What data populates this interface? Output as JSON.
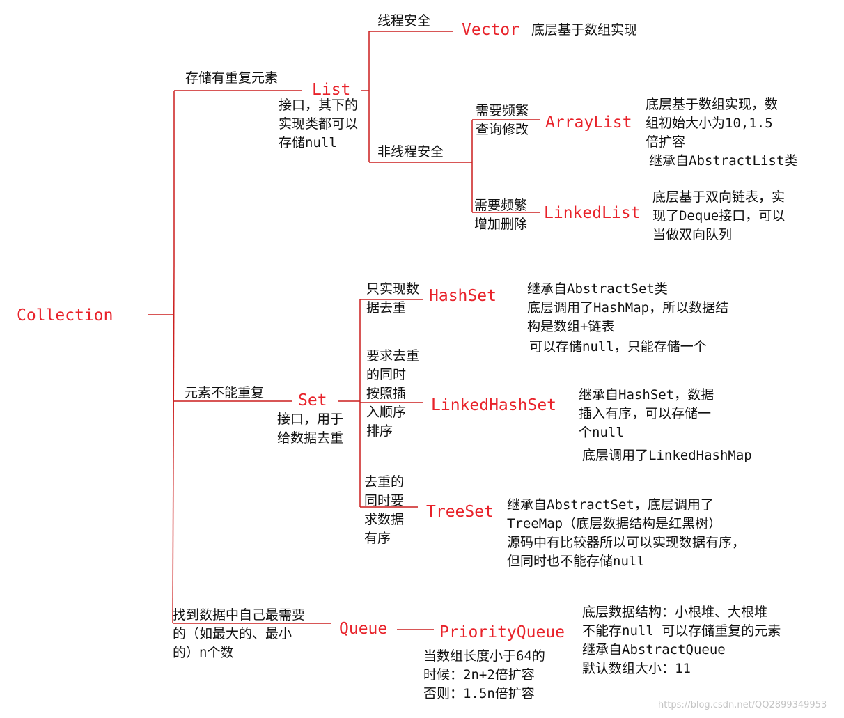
{
  "root": "Collection",
  "list": {
    "edge": "存储有重复元素",
    "name": "List",
    "note": "接口，其下的\n实现类都可以\n存储null",
    "thread_safe": "线程安全",
    "vector": {
      "name": "Vector",
      "desc": "底层基于数组实现"
    },
    "non_thread_safe": "非线程安全",
    "arraylist": {
      "condition": "需要频繁\n查询修改",
      "name": "ArrayList",
      "desc": "底层基于数组实现，数\n组初始大小为10,1.5\n倍扩容",
      "desc2": "继承自AbstractList类"
    },
    "linkedlist": {
      "condition": "需要频繁\n增加删除",
      "name": "LinkedList",
      "desc": "底层基于双向链表，实\n现了Deque接口，可以\n当做双向队列"
    }
  },
  "set": {
    "edge": "元素不能重复",
    "name": "Set",
    "note": "接口，用于\n给数据去重",
    "hashset": {
      "condition": "只实现数\n据去重",
      "name": "HashSet",
      "desc": "继承自AbstractSet类\n底层调用了HashMap，所以数据结\n构是数组+链表",
      "desc2": "可以存储null，只能存储一个"
    },
    "linkedhashset": {
      "condition": "要求去重\n的同时\n按照插\n入顺序\n排序",
      "name": "LinkedHashSet",
      "desc": "继承自HashSet，数据\n插入有序，可以存储一\n个null",
      "desc2": "底层调用了LinkedHashMap"
    },
    "treeset": {
      "condition": "去重的\n同时要\n求数据\n有序",
      "name": "TreeSet",
      "desc": "继承自AbstractSet，底层调用了\nTreeMap（底层数据结构是红黑树）\n源码中有比较器所以可以实现数据有序，\n但同时也不能存储null"
    }
  },
  "queue": {
    "edge": "找到数据中自己最需要\n的（如最大的、最小\n的）n个数",
    "name": "Queue",
    "priorityqueue": {
      "name": "PriorityQueue",
      "desc": "底层数据结构：小根堆、大根堆\n不能存null 可以存储重复的元素\n继承自AbstractQueue\n默认数组大小：11",
      "growth": "当数组长度小于64的\n时候：2n+2倍扩容\n否则：1.5n倍扩容"
    }
  },
  "watermark": "https://blog.csdn.net/QQ2899349953",
  "colors": {
    "accent": "#e8222a",
    "line": "#cc1f1f",
    "text": "#111111"
  }
}
